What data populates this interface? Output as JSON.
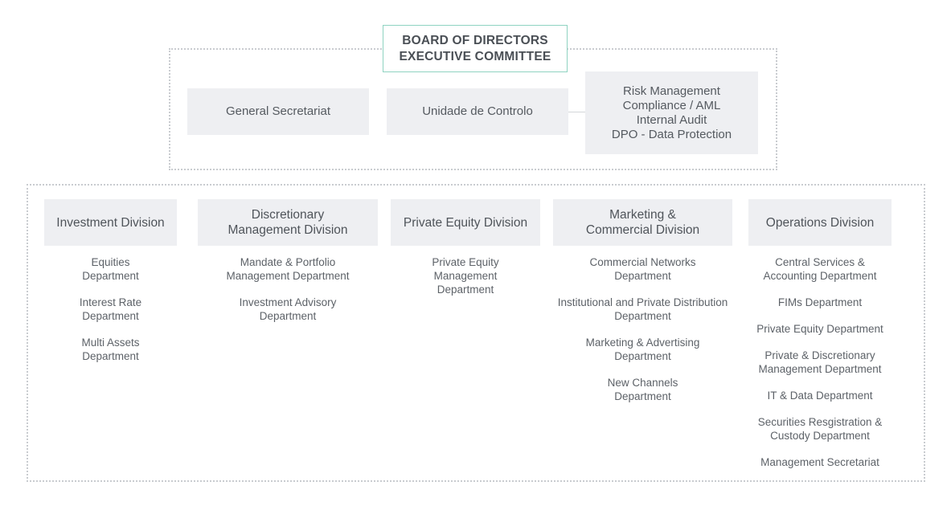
{
  "board": {
    "line1": "BOARD OF DIRECTORS",
    "line2": "EXECUTIVE COMMITTEE"
  },
  "staff": {
    "general_secretariat": "General Secretariat",
    "unidade_controlo": "Unidade de Controlo",
    "control_functions": [
      "Risk Management",
      "Compliance / AML",
      "Internal Audit",
      "DPO - Data Protection"
    ]
  },
  "divisions": [
    {
      "title_lines": [
        "Investment Division"
      ],
      "departments": [
        [
          "Equities",
          "Department"
        ],
        [
          "Interest Rate",
          "Department"
        ],
        [
          "Multi Assets",
          "Department"
        ]
      ]
    },
    {
      "title_lines": [
        "Discretionary",
        "Management Division"
      ],
      "departments": [
        [
          "Mandate & Portfolio",
          "Management Department"
        ],
        [
          "Investment Advisory",
          "Department"
        ]
      ]
    },
    {
      "title_lines": [
        "Private Equity Division"
      ],
      "departments": [
        [
          "Private Equity",
          "Management",
          "Department"
        ]
      ]
    },
    {
      "title_lines": [
        "Marketing &",
        "Commercial Division"
      ],
      "departments": [
        [
          "Commercial Networks",
          "Department"
        ],
        [
          "Institutional and Private Distribution",
          "Department"
        ],
        [
          "Marketing & Advertising",
          "Department"
        ],
        [
          "New Channels",
          "Department"
        ]
      ]
    },
    {
      "title_lines": [
        "Operations Division"
      ],
      "departments": [
        [
          "Central Services &",
          "Accounting Department"
        ],
        [
          "FIMs Department"
        ],
        [
          "Private Equity Department"
        ],
        [
          "Private & Discretionary",
          "Management Department"
        ],
        [
          "IT & Data Department"
        ],
        [
          "Securities Resgistration &",
          "Custody Department"
        ],
        [
          "Management Secretariat"
        ]
      ]
    }
  ]
}
